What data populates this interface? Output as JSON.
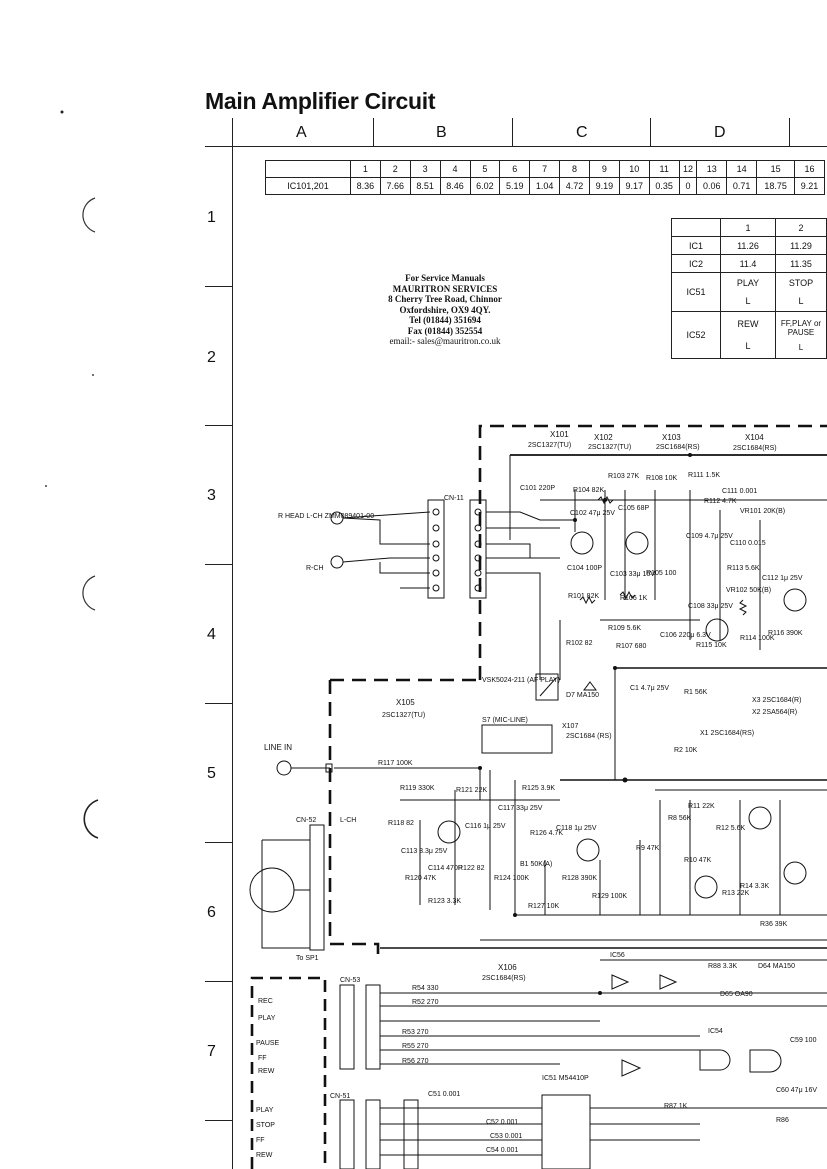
{
  "title": "Main Amplifier Circuit",
  "columns": [
    "A",
    "B",
    "C",
    "D"
  ],
  "rows": [
    "1",
    "2",
    "3",
    "4",
    "5",
    "6",
    "7"
  ],
  "ic_voltage_table": {
    "pins": [
      "1",
      "2",
      "3",
      "4",
      "5",
      "6",
      "7",
      "8",
      "9",
      "10",
      "11",
      "12",
      "13",
      "14",
      "15",
      "16"
    ],
    "row_label": "IC101,201",
    "values": [
      "8.36",
      "7.66",
      "8.51",
      "8.46",
      "6.02",
      "5.19",
      "1.04",
      "4.72",
      "9.19",
      "9.17",
      "0.35",
      "0",
      "0.06",
      "0.71",
      "18.75",
      "9.21"
    ]
  },
  "ic_state_table": {
    "pins": [
      "1",
      "2"
    ],
    "rows": [
      {
        "label": "IC1",
        "v1": "11.26",
        "v2": "11.29"
      },
      {
        "label": "IC2",
        "v1": "11.4",
        "v2": "11.35"
      },
      {
        "label": "IC51",
        "v1": "PLAY",
        "v2": "STOP",
        "l1": "L",
        "l2": "L"
      },
      {
        "label": "IC52",
        "v1": "REW",
        "v2": "FF,PLAY or PAUSE",
        "l1": "L",
        "l2": "L"
      }
    ]
  },
  "service_notice": {
    "line1": "For Service Manuals",
    "line2": "MAURITRON SERVICES",
    "line3": "8 Cherry Tree Road, Chinnor",
    "line4": "Oxfordshire, OX9 4QY.",
    "line5": "Tel (01844) 351694",
    "line6": "Fax (01844) 352554",
    "line7": "email:- sales@mauritron.co.uk"
  },
  "schematic_labels": {
    "x101": "X101",
    "x101_part": "2SC1327(TU)",
    "x102": "X102",
    "x102_part": "2SC1327(TU)",
    "x103": "X103",
    "x103_part": "2SC1684(RS)",
    "x104": "X104",
    "x104_part": "2SC1684(RS)",
    "head": "R HEAD L-CH ZMM089401-00",
    "rch": "R-CH",
    "cn11": "CN-11",
    "c101": "C101 220P",
    "r104": "R104 82K",
    "r103": "R103 27K",
    "r108": "R108 10K",
    "r111": "R111 1.5K",
    "c111": "C111 0.001",
    "r112": "R112 4.7K",
    "vr101": "VR101 20K(B)",
    "c102": "C102 47μ 25V",
    "c105": "C105 68P",
    "c109": "C109 4.7μ 25V",
    "c110": "C110 0.015",
    "c104": "C104 100P",
    "c103": "C103 33μ 16V",
    "r105": "R105 100",
    "r113": "R113 5.6K",
    "vr102": "VR102 50K(B)",
    "c112": "C112 1μ 25V",
    "r101": "R101 82K",
    "r106": "R106 1K",
    "c108": "C108 33μ 25V",
    "r109": "R109 5.6K",
    "c106": "C106 220μ 6.3V",
    "r102": "R102 82",
    "r107": "R107 680",
    "r115": "R115 10K",
    "r114": "R114 100K",
    "r116": "R116 390K",
    "relay": "VSK5024-211 (AF PLAY)",
    "d7": "D7 MA150",
    "c1": "C1 4.7μ 25V",
    "r1": "R1 56K",
    "x3": "X3 2SC1684(R)",
    "x2": "X2 2SA564(R)",
    "x1": "X1 2SC1684(RS)",
    "r2": "R2 10K",
    "x105": "X105",
    "x105_part": "2SC1327(TU)",
    "s7": "S7 (MIC-LINE)",
    "x107": "X107",
    "x107_part": "2SC1684 (RS)",
    "line_in": "LINE IN",
    "r117": "R117 100K",
    "r119": "R119 330K",
    "r121": "R121 22K",
    "r125": "R125 3.9K",
    "lch": "L-CH",
    "r118": "R118 82",
    "c116": "C116 1μ 25V",
    "c117": "C117 33μ 25V",
    "r126": "R126 4.7K",
    "c118": "C118 1μ 25V",
    "cn52": "CN-52",
    "c113": "C113 3.3μ 25V",
    "c114": "C114 470P",
    "r122": "R122 82",
    "r120": "R120 47K",
    "r123": "R123 3.3K",
    "r124": "R124 100K",
    "b1": "B1 50K(A)",
    "r128": "R128 390K",
    "r127": "R127 10K",
    "r129": "R129 100K",
    "r8": "R8 56K",
    "r11": "R11 22K",
    "r12": "R12 5.6K",
    "r10": "R10 47K",
    "r13": "R13 22K",
    "r14": "R14 3.3K",
    "r9": "R9 47K",
    "r36": "R36 39K",
    "to_sp1": "To SP1",
    "x106": "X106",
    "x106_part": "2SC1684(RS)",
    "ic56": "IC56",
    "r88": "R88 3.3K",
    "d64": "D64 MA150",
    "d65": "D65 OA90",
    "cn53": "CN-53",
    "rec": "REC",
    "play": "PLAY",
    "pause": "PAUSE",
    "ff": "FF",
    "rew": "REW",
    "r54": "R54 330",
    "r52": "R52 270",
    "r53": "R53 270",
    "r55": "R55 270",
    "r56": "R56 270",
    "ic54": "IC54",
    "c59": "C59 100",
    "c60": "C60 47μ 16V",
    "r86": "R86",
    "ic51": "IC51 M54410P",
    "cn51": "CN-51",
    "c51": "C51 0.001",
    "c52": "C52 0.001",
    "c53": "C53 0.001",
    "c54": "C54 0.001",
    "stop": "STOP",
    "r87": "R87 1K"
  }
}
